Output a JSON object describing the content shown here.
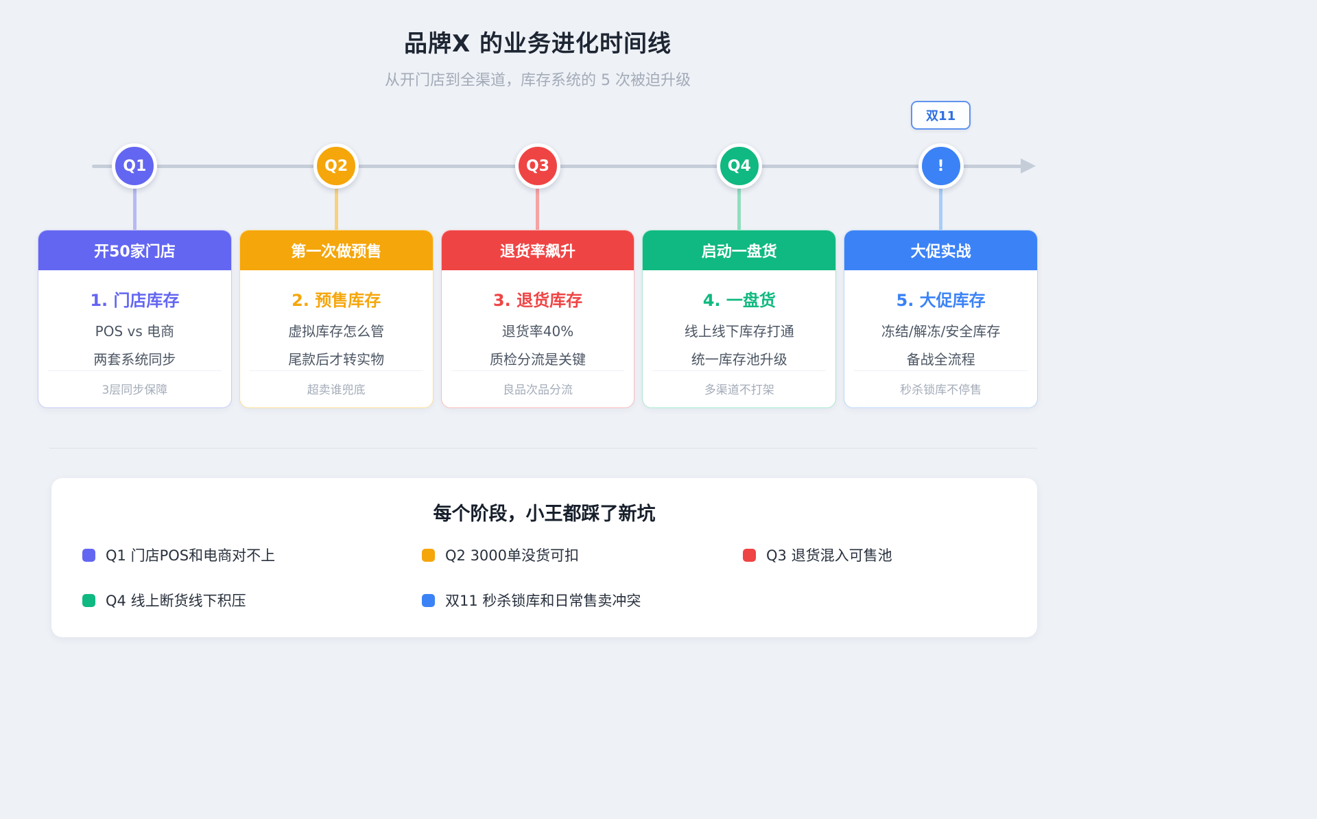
{
  "header": {
    "title": "品牌X 的业务进化时间线",
    "subtitle": "从开门店到全渠道，库存系统的 5 次被迫升级"
  },
  "timeline": {
    "badge": {
      "label": "双11",
      "color": "#2e6fe0",
      "border": "#5f92ee"
    }
  },
  "stages": [
    {
      "node": "Q1",
      "color": "#6366f1",
      "border": "#c9c9f6",
      "connector": "#b9baf2",
      "header": "开50家门店",
      "title": "1. 门店库存",
      "line1": "POS vs 电商",
      "line2": "两套系统同步",
      "footer": "3层同步保障"
    },
    {
      "node": "Q2",
      "color": "#f5a60b",
      "border": "#fbdd96",
      "connector": "#f9d27e",
      "header": "第一次做预售",
      "title": "2. 预售库存",
      "line1": "虚拟库存怎么管",
      "line2": "尾款后才转实物",
      "footer": "超卖谁兜底"
    },
    {
      "node": "Q3",
      "color": "#ef4444",
      "border": "#f9bcbc",
      "connector": "#f5a3a3",
      "header": "退货率飙升",
      "title": "3. 退货库存",
      "line1": "退货率40%",
      "line2": "质检分流是关键",
      "footer": "良品次品分流"
    },
    {
      "node": "Q4",
      "color": "#10b981",
      "border": "#a9e7cd",
      "connector": "#8fdfbf",
      "header": "启动一盘货",
      "title": "4. 一盘货",
      "line1": "线上线下库存打通",
      "line2": "统一库存池升级",
      "footer": "多渠道不打架"
    },
    {
      "node": "!",
      "color": "#3b82f6",
      "border": "#bcd8fb",
      "connector": "#a8cdf9",
      "header": "大促实战",
      "title": "5. 大促库存",
      "line1": "冻结/解冻/安全库存",
      "line2": "备战全流程",
      "footer": "秒杀锁库不停售"
    }
  ],
  "pitfalls": {
    "title": "每个阶段，小王都踩了新坑",
    "items": [
      {
        "label": "Q1 门店POS和电商对不上",
        "color": "#6366f1"
      },
      {
        "label": "Q2 3000单没货可扣",
        "color": "#f5a60b"
      },
      {
        "label": "Q3 退货混入可售池",
        "color": "#ef4444"
      },
      {
        "label": "Q4 线上断货线下积压",
        "color": "#10b981"
      },
      {
        "label": "双11 秒杀锁库和日常售卖冲突",
        "color": "#3b82f6"
      }
    ]
  }
}
